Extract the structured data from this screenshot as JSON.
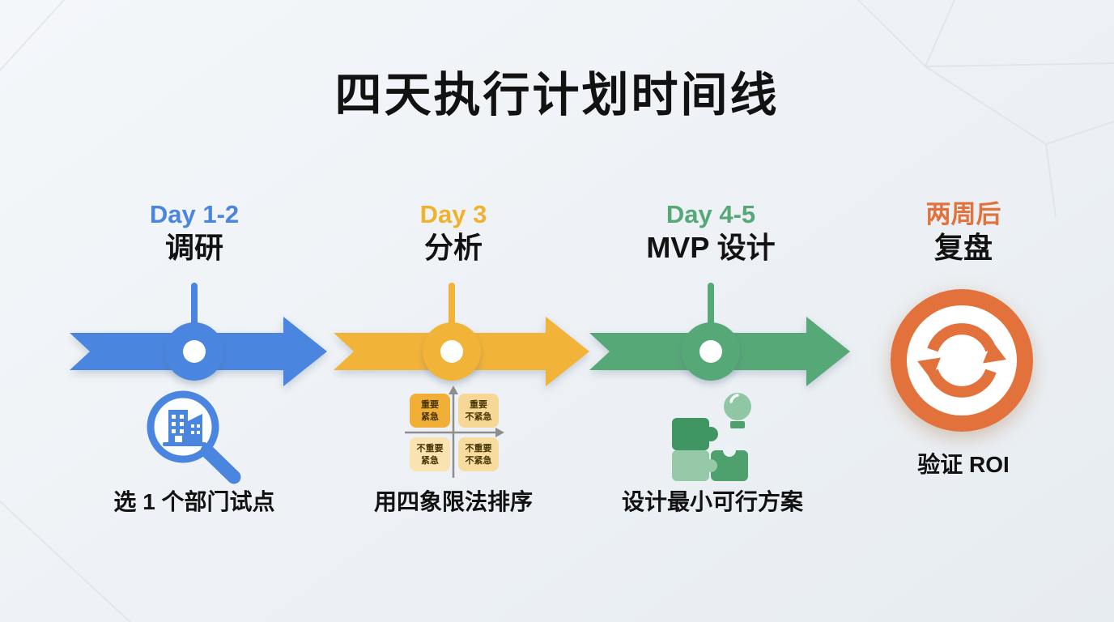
{
  "title": "四天执行计划时间线",
  "accent_colors": {
    "blue": "#4A86E0",
    "yellow": "#F2B438",
    "green": "#57A877",
    "orange": "#E2713B",
    "background": "#EDF1F5"
  },
  "stages": [
    {
      "day": "Day 1-2",
      "name": "调研",
      "caption": "选 1 个部门试点",
      "color": "#4A86E0",
      "icon": "magnifier-building-icon"
    },
    {
      "day": "Day 3",
      "name": "分析",
      "caption": "用四象限法排序",
      "color": "#F2B438",
      "icon": "quadrant-matrix-icon"
    },
    {
      "day": "Day 4-5",
      "name": "MVP 设计",
      "caption": "设计最小可行方案",
      "color": "#57A877",
      "icon": "puzzle-lightbulb-icon"
    },
    {
      "day": "两周后",
      "name": "复盘",
      "caption": "验证 ROI",
      "color": "#E2713B",
      "icon": "refresh-cycle-icon"
    }
  ],
  "quadrant_matrix": {
    "tl1": "重要",
    "tl2": "紧急",
    "tr1": "重要",
    "tr2": "不紧急",
    "bl1": "不重要",
    "bl2": "紧急",
    "br1": "不重要",
    "br2": "不紧急"
  }
}
